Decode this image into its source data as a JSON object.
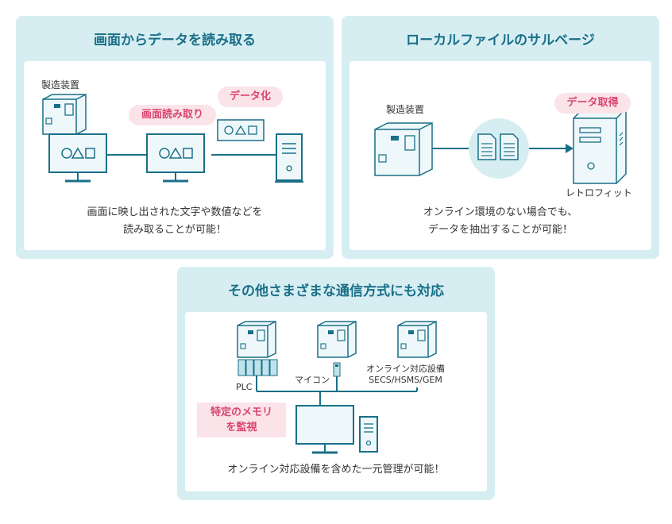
{
  "colors": {
    "panel_bg": "#d6eef2",
    "teal": "#1a6f88",
    "pink": "#d9456d",
    "pink_bg": "#fbe3ea"
  },
  "panel_screen": {
    "title": "画面からデータを読み取る",
    "machine_label": "製造装置",
    "tag_read": "画面読み取り",
    "tag_data": "データ化",
    "caption_line1": "画面に映し出された文字や数値などを",
    "caption_line2": "読み取ることが可能！"
  },
  "panel_file": {
    "title": "ローカルファイルのサルベージ",
    "machine_label": "製造装置",
    "tag_get": "データ取得",
    "retrofit_label": "レトロフィット",
    "caption_line1": "オンライン環境のない場合でも、",
    "caption_line2": "データを抽出することが可能！"
  },
  "panel_other": {
    "title": "その他さまざまな通信方式にも対応",
    "plc_label": "PLC",
    "micon_label": "マイコン",
    "online_label_line1": "オンライン対応設備",
    "online_label_line2": "SECS/HSMS/GEM",
    "tag_memory_line1": "特定のメモリ",
    "tag_memory_line2": "を監視",
    "caption": "オンライン対応設備を含めた一元管理が可能！"
  },
  "icons": [
    "machine-icon",
    "monitor-icon",
    "server-icon",
    "document-icon",
    "plc-icon",
    "microcontroller-icon"
  ]
}
